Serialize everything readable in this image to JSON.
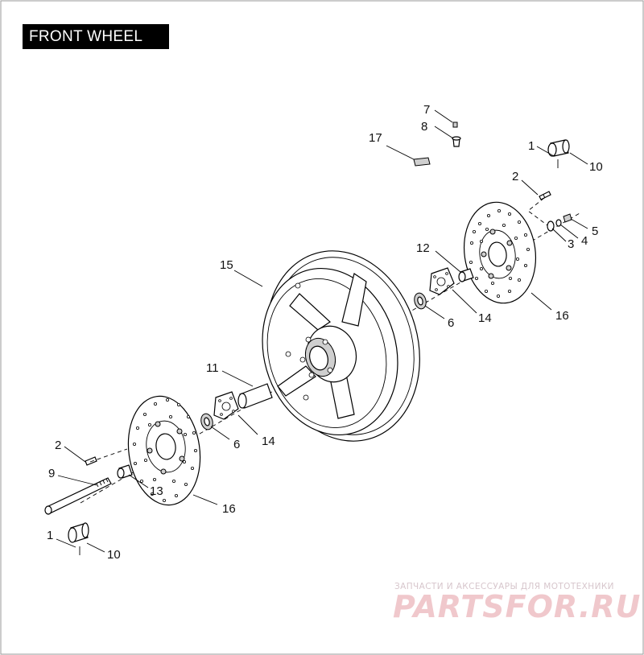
{
  "title": "FRONT WHEEL",
  "watermark": {
    "tagline": "ЗАПЧАСТИ И АКСЕССУАРЫ ДЛЯ МОТОТЕХНИКИ",
    "brand": "PARTSFOR.RU",
    "color": "#f0c8cc"
  },
  "callouts": [
    {
      "id": "c7",
      "text": "7"
    },
    {
      "id": "c8",
      "text": "8"
    },
    {
      "id": "c17",
      "text": "17"
    },
    {
      "id": "c1a",
      "text": "1"
    },
    {
      "id": "c10a",
      "text": "10"
    },
    {
      "id": "c2a",
      "text": "2"
    },
    {
      "id": "c5",
      "text": "5"
    },
    {
      "id": "c4",
      "text": "4"
    },
    {
      "id": "c3",
      "text": "3"
    },
    {
      "id": "c12",
      "text": "12"
    },
    {
      "id": "c15",
      "text": "15"
    },
    {
      "id": "c6a",
      "text": "6"
    },
    {
      "id": "c14a",
      "text": "14"
    },
    {
      "id": "c16a",
      "text": "16"
    },
    {
      "id": "c11",
      "text": "11"
    },
    {
      "id": "c6b",
      "text": "6"
    },
    {
      "id": "c14b",
      "text": "14"
    },
    {
      "id": "c2b",
      "text": "2"
    },
    {
      "id": "c9",
      "text": "9"
    },
    {
      "id": "c13",
      "text": "13"
    },
    {
      "id": "c16b",
      "text": "16"
    },
    {
      "id": "c1b",
      "text": "1"
    },
    {
      "id": "c10b",
      "text": "10"
    }
  ]
}
